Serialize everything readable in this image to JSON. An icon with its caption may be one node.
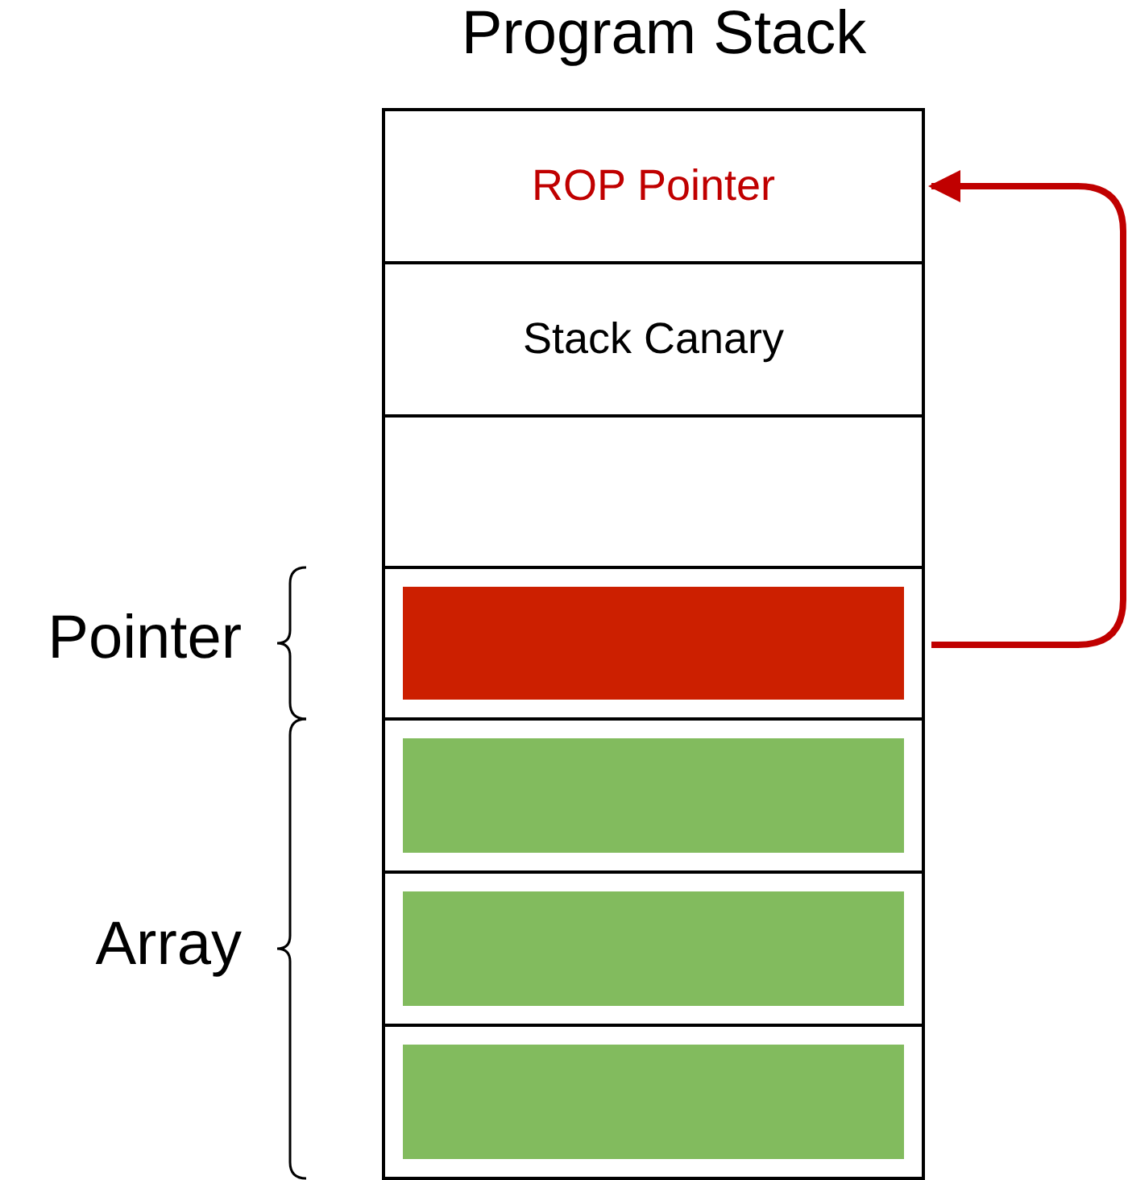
{
  "diagram": {
    "title": "Program Stack",
    "nodes": [
      {
        "text": [
          "ROP Pointer"
        ]
      },
      {
        "text": [
          "Stack Canary"
        ]
      },
      {
        "text": [],
        "shape": "box"
      },
      {
        "text": [],
        "shape": "box"
      },
      {
        "text": [],
        "shape": "bar",
        "in": 3
      },
      {
        "text": [],
        "shape": "box"
      },
      {
        "text": [],
        "shape": "bar",
        "in": 5
      },
      {
        "text": [],
        "shape": "box"
      },
      {
        "text": [],
        "shape": "bar",
        "in": 7
      },
      {
        "text": [],
        "shape": "box"
      },
      {
        "text": [],
        "shape": "bar",
        "in": 9
      }
    ],
    "edges": [
      {
        "from": 3,
        "to": 0,
        "arrow": "to",
        "color": "#c00000"
      }
    ],
    "labels": [
      "Pointer",
      "Array"
    ]
  }
}
